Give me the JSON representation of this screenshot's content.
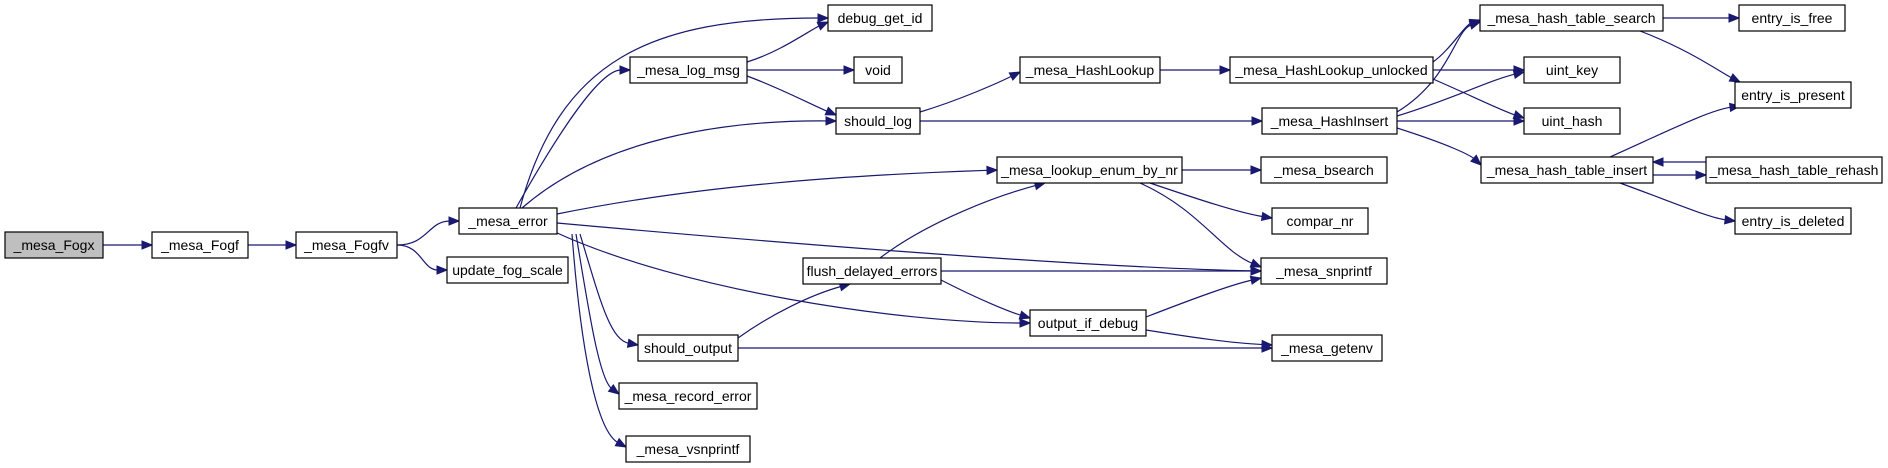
{
  "diagram": {
    "type": "call-graph",
    "edge_color": "#191970",
    "root_fill": "#bfbfbf",
    "nodes": [
      {
        "id": "mesa_fogx",
        "label": "_mesa_Fogx",
        "root": true
      },
      {
        "id": "mesa_fogf",
        "label": "_mesa_Fogf"
      },
      {
        "id": "mesa_fogfv",
        "label": "_mesa_Fogfv"
      },
      {
        "id": "mesa_error",
        "label": "_mesa_error"
      },
      {
        "id": "update_fog_scale",
        "label": "update_fog_scale"
      },
      {
        "id": "debug_get_id",
        "label": "debug_get_id"
      },
      {
        "id": "mesa_log_msg",
        "label": "_mesa_log_msg"
      },
      {
        "id": "void",
        "label": "void"
      },
      {
        "id": "should_log",
        "label": "should_log"
      },
      {
        "id": "mesa_hashlookup",
        "label": "_mesa_HashLookup"
      },
      {
        "id": "mesa_hashlookup_unlocked",
        "label": "_mesa_HashLookup_unlocked"
      },
      {
        "id": "mesa_hash_table_search",
        "label": "_mesa_hash_table_search"
      },
      {
        "id": "entry_is_free",
        "label": "entry_is_free"
      },
      {
        "id": "entry_is_present",
        "label": "entry_is_present"
      },
      {
        "id": "uint_key",
        "label": "uint_key"
      },
      {
        "id": "uint_hash",
        "label": "uint_hash"
      },
      {
        "id": "mesa_hashinsert",
        "label": "_mesa_HashInsert"
      },
      {
        "id": "mesa_hash_table_insert",
        "label": "_mesa_hash_table_insert"
      },
      {
        "id": "mesa_hash_table_rehash",
        "label": "_mesa_hash_table_rehash"
      },
      {
        "id": "entry_is_deleted",
        "label": "entry_is_deleted"
      },
      {
        "id": "mesa_lookup_enum_by_nr",
        "label": "_mesa_lookup_enum_by_nr"
      },
      {
        "id": "mesa_bsearch",
        "label": "_mesa_bsearch"
      },
      {
        "id": "compar_nr",
        "label": "compar_nr"
      },
      {
        "id": "mesa_snprintf",
        "label": "_mesa_snprintf"
      },
      {
        "id": "flush_delayed_errors",
        "label": "flush_delayed_errors"
      },
      {
        "id": "output_if_debug",
        "label": "output_if_debug"
      },
      {
        "id": "should_output",
        "label": "should_output"
      },
      {
        "id": "mesa_getenv",
        "label": "_mesa_getenv"
      },
      {
        "id": "mesa_record_error",
        "label": "_mesa_record_error"
      },
      {
        "id": "mesa_vsnprintf",
        "label": "_mesa_vsnprintf"
      }
    ],
    "edges": [
      {
        "from": "mesa_fogx",
        "to": "mesa_fogf"
      },
      {
        "from": "mesa_fogf",
        "to": "mesa_fogfv"
      },
      {
        "from": "mesa_fogfv",
        "to": "mesa_error"
      },
      {
        "from": "mesa_fogfv",
        "to": "update_fog_scale"
      },
      {
        "from": "mesa_error",
        "to": "debug_get_id"
      },
      {
        "from": "mesa_error",
        "to": "mesa_log_msg"
      },
      {
        "from": "mesa_error",
        "to": "should_log"
      },
      {
        "from": "mesa_error",
        "to": "mesa_lookup_enum_by_nr"
      },
      {
        "from": "mesa_error",
        "to": "mesa_snprintf"
      },
      {
        "from": "mesa_error",
        "to": "output_if_debug"
      },
      {
        "from": "mesa_error",
        "to": "should_output"
      },
      {
        "from": "mesa_error",
        "to": "mesa_record_error"
      },
      {
        "from": "mesa_error",
        "to": "mesa_vsnprintf"
      },
      {
        "from": "mesa_log_msg",
        "to": "debug_get_id"
      },
      {
        "from": "mesa_log_msg",
        "to": "void"
      },
      {
        "from": "mesa_log_msg",
        "to": "should_log"
      },
      {
        "from": "should_log",
        "to": "mesa_hashlookup"
      },
      {
        "from": "should_log",
        "to": "mesa_hashinsert"
      },
      {
        "from": "mesa_hashlookup",
        "to": "mesa_hashlookup_unlocked"
      },
      {
        "from": "mesa_hashlookup_unlocked",
        "to": "mesa_hash_table_search"
      },
      {
        "from": "mesa_hashlookup_unlocked",
        "to": "uint_key"
      },
      {
        "from": "mesa_hashlookup_unlocked",
        "to": "uint_hash"
      },
      {
        "from": "mesa_hashinsert",
        "to": "mesa_hash_table_search"
      },
      {
        "from": "mesa_hashinsert",
        "to": "uint_key"
      },
      {
        "from": "mesa_hashinsert",
        "to": "uint_hash"
      },
      {
        "from": "mesa_hashinsert",
        "to": "mesa_hash_table_insert"
      },
      {
        "from": "mesa_hash_table_search",
        "to": "entry_is_free"
      },
      {
        "from": "mesa_hash_table_search",
        "to": "entry_is_present"
      },
      {
        "from": "mesa_hash_table_insert",
        "to": "entry_is_present"
      },
      {
        "from": "mesa_hash_table_insert",
        "to": "mesa_hash_table_rehash"
      },
      {
        "from": "mesa_hash_table_insert",
        "to": "entry_is_deleted"
      },
      {
        "from": "mesa_hash_table_rehash",
        "to": "mesa_hash_table_insert"
      },
      {
        "from": "mesa_lookup_enum_by_nr",
        "to": "mesa_bsearch"
      },
      {
        "from": "mesa_lookup_enum_by_nr",
        "to": "compar_nr"
      },
      {
        "from": "mesa_lookup_enum_by_nr",
        "to": "mesa_snprintf"
      },
      {
        "from": "flush_delayed_errors",
        "to": "mesa_lookup_enum_by_nr"
      },
      {
        "from": "flush_delayed_errors",
        "to": "mesa_snprintf"
      },
      {
        "from": "flush_delayed_errors",
        "to": "output_if_debug"
      },
      {
        "from": "output_if_debug",
        "to": "mesa_snprintf"
      },
      {
        "from": "output_if_debug",
        "to": "mesa_getenv"
      },
      {
        "from": "should_output",
        "to": "flush_delayed_errors"
      },
      {
        "from": "should_output",
        "to": "mesa_getenv"
      }
    ]
  }
}
